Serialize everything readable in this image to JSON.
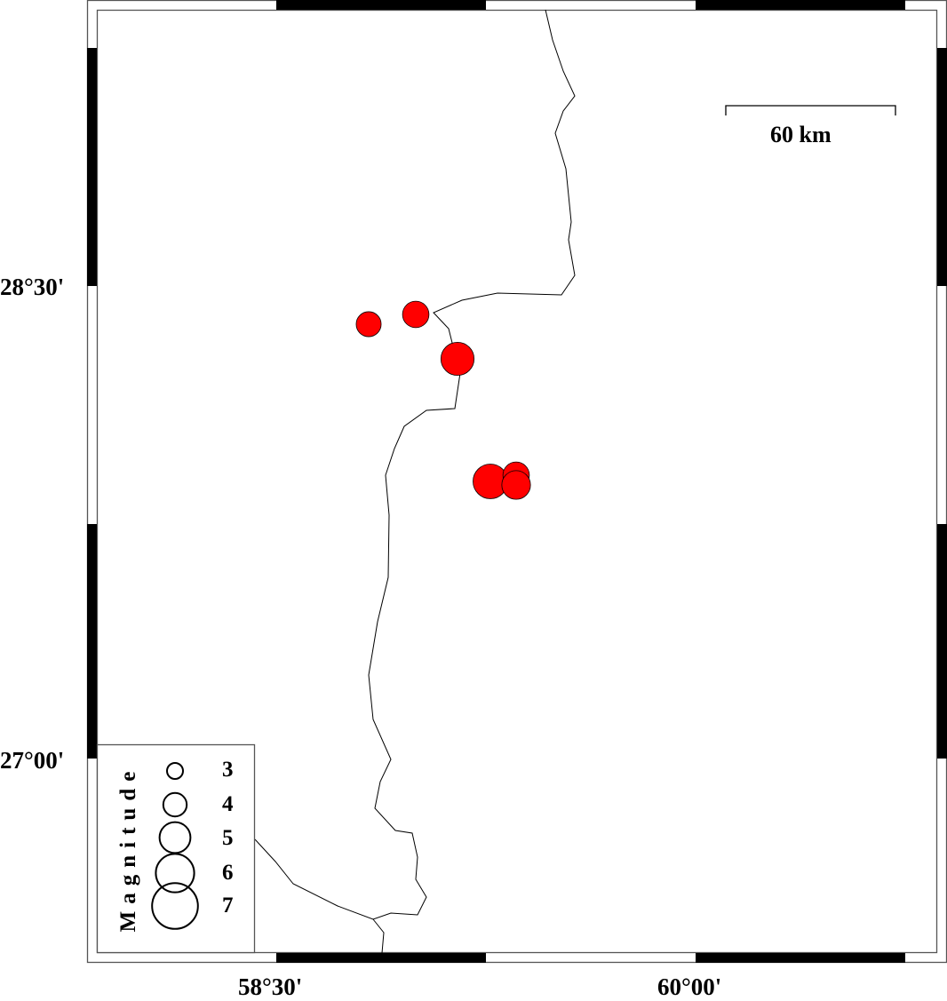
{
  "map": {
    "lat_labels": [
      "28°30'",
      "27°00'"
    ],
    "lon_labels": [
      "58°30'",
      "60°00'"
    ],
    "scale_bar": {
      "label": "60 km",
      "length_km": 60
    },
    "event_color": "#ff0000",
    "events": [
      {
        "magnitude": 4.2
      },
      {
        "magnitude": 4.4
      },
      {
        "magnitude": 5.3
      },
      {
        "magnitude": 5.5
      },
      {
        "magnitude": 4.4
      },
      {
        "magnitude": 4.7
      }
    ]
  },
  "legend": {
    "title": "Magnitude",
    "entries": [
      "3",
      "4",
      "5",
      "6",
      "7"
    ]
  }
}
